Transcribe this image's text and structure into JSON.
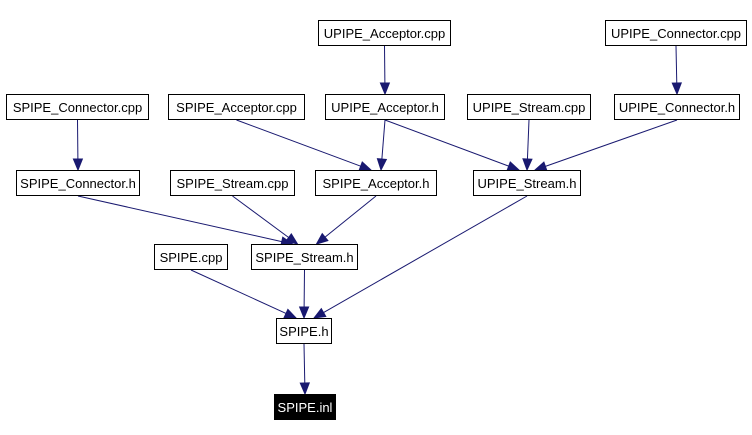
{
  "colors": {
    "edge": "#191970",
    "node_border": "#000000",
    "highlight_fill": "#000000",
    "highlight_text": "#ffffff"
  },
  "nodes": {
    "upipe_acceptor_cpp": "UPIPE_Acceptor.cpp",
    "upipe_connector_cpp": "UPIPE_Connector.cpp",
    "spipe_connector_cpp": "SPIPE_Connector.cpp",
    "spipe_acceptor_cpp": "SPIPE_Acceptor.cpp",
    "upipe_acceptor_h": "UPIPE_Acceptor.h",
    "upipe_stream_cpp": "UPIPE_Stream.cpp",
    "upipe_connector_h": "UPIPE_Connector.h",
    "spipe_connector_h": "SPIPE_Connector.h",
    "spipe_stream_cpp": "SPIPE_Stream.cpp",
    "spipe_acceptor_h": "SPIPE_Acceptor.h",
    "upipe_stream_h": "UPIPE_Stream.h",
    "spipe_cpp": "SPIPE.cpp",
    "spipe_stream_h": "SPIPE_Stream.h",
    "spipe_h": "SPIPE.h",
    "spipe_inl": "SPIPE.inl"
  },
  "edges": [
    [
      "upipe_acceptor_cpp",
      "upipe_acceptor_h"
    ],
    [
      "upipe_connector_cpp",
      "upipe_connector_h"
    ],
    [
      "spipe_connector_cpp",
      "spipe_connector_h"
    ],
    [
      "spipe_acceptor_cpp",
      "spipe_acceptor_h"
    ],
    [
      "upipe_acceptor_h",
      "spipe_acceptor_h"
    ],
    [
      "upipe_acceptor_h",
      "upipe_stream_h"
    ],
    [
      "upipe_stream_cpp",
      "upipe_stream_h"
    ],
    [
      "upipe_connector_h",
      "upipe_stream_h"
    ],
    [
      "spipe_connector_h",
      "spipe_stream_h"
    ],
    [
      "spipe_stream_cpp",
      "spipe_stream_h"
    ],
    [
      "spipe_acceptor_h",
      "spipe_stream_h"
    ],
    [
      "upipe_stream_h",
      "spipe_h"
    ],
    [
      "spipe_cpp",
      "spipe_h"
    ],
    [
      "spipe_stream_h",
      "spipe_h"
    ],
    [
      "spipe_h",
      "spipe_inl"
    ]
  ]
}
